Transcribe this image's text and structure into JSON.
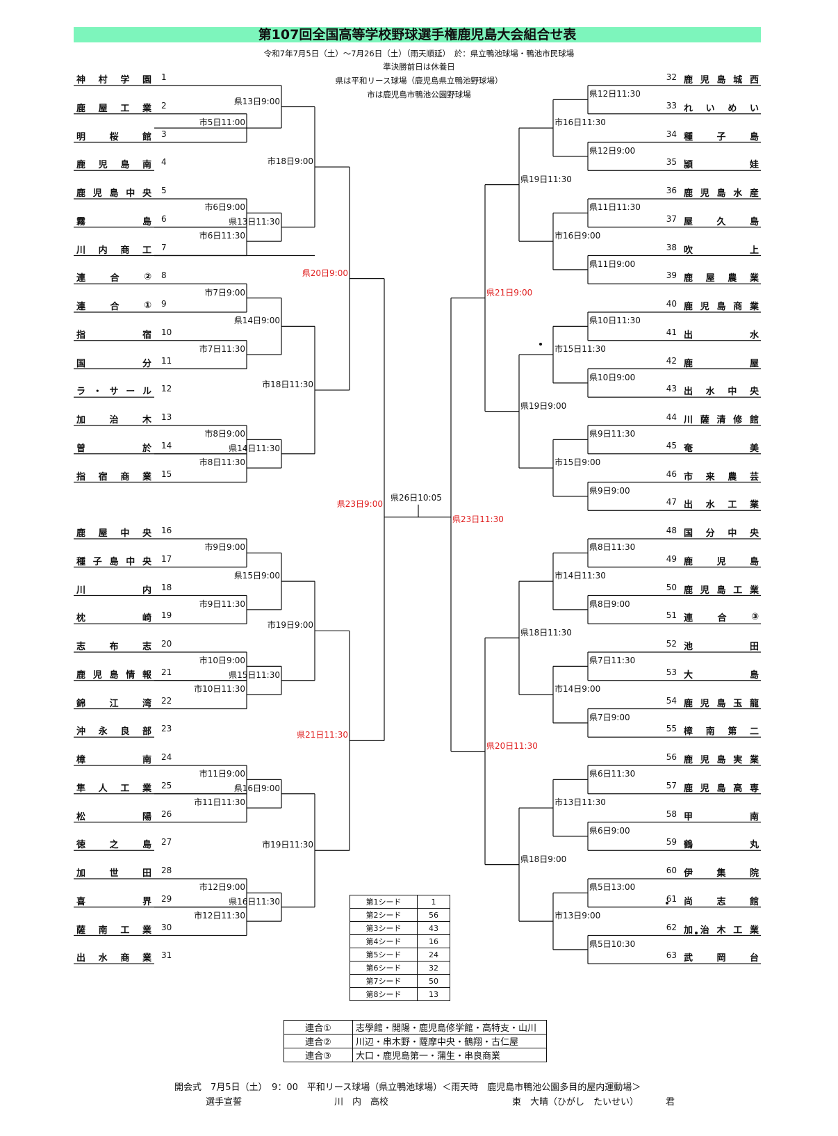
{
  "header": {
    "title": "第107回全国高等学校野球選手権鹿児島大会組合せ表",
    "lines": [
      "令和7年7月5日（土）〜7月26日（土）（雨天順延）　於：県立鴨池球場・鴨池市民球場",
      "準決勝前日は休養日",
      "県は平和リース球場（鹿児島県立鴨池野球場）",
      "市は鹿児島市鴨池公園野球場"
    ]
  },
  "teams_left": [
    {
      "num": "1",
      "name": "神村学園"
    },
    {
      "num": "2",
      "name": "鹿屋工業"
    },
    {
      "num": "3",
      "name": "明桜館"
    },
    {
      "num": "4",
      "name": "鹿児島南"
    },
    {
      "num": "5",
      "name": "鹿児島中央"
    },
    {
      "num": "6",
      "name": "霧島"
    },
    {
      "num": "7",
      "name": "川内商工"
    },
    {
      "num": "8",
      "name": "連合②"
    },
    {
      "num": "9",
      "name": "連合①"
    },
    {
      "num": "10",
      "name": "指宿"
    },
    {
      "num": "11",
      "name": "国分"
    },
    {
      "num": "12",
      "name": "ラ・サール"
    },
    {
      "num": "13",
      "name": "加治木"
    },
    {
      "num": "14",
      "name": "曽於"
    },
    {
      "num": "15",
      "name": "指宿商業"
    },
    {
      "num": "16",
      "name": "鹿屋中央"
    },
    {
      "num": "17",
      "name": "種子島中央"
    },
    {
      "num": "18",
      "name": "川内"
    },
    {
      "num": "19",
      "name": "枕崎"
    },
    {
      "num": "20",
      "name": "志布志"
    },
    {
      "num": "21",
      "name": "鹿児島情報"
    },
    {
      "num": "22",
      "name": "錦江湾"
    },
    {
      "num": "23",
      "name": "沖永良部"
    },
    {
      "num": "24",
      "name": "樟南"
    },
    {
      "num": "25",
      "name": "隼人工業"
    },
    {
      "num": "26",
      "name": "松陽"
    },
    {
      "num": "27",
      "name": "徳之島"
    },
    {
      "num": "28",
      "name": "加世田"
    },
    {
      "num": "29",
      "name": "喜界"
    },
    {
      "num": "30",
      "name": "薩南工業"
    },
    {
      "num": "31",
      "name": "出水商業"
    }
  ],
  "teams_right": [
    {
      "num": "32",
      "name": "鹿児島城西"
    },
    {
      "num": "33",
      "name": "れいめい"
    },
    {
      "num": "34",
      "name": "種子島"
    },
    {
      "num": "35",
      "name": "頴娃"
    },
    {
      "num": "36",
      "name": "鹿児島水産"
    },
    {
      "num": "37",
      "name": "屋久島"
    },
    {
      "num": "38",
      "name": "吹上"
    },
    {
      "num": "39",
      "name": "鹿屋農業"
    },
    {
      "num": "40",
      "name": "鹿児島商業"
    },
    {
      "num": "41",
      "name": "出水"
    },
    {
      "num": "42",
      "name": "鹿屋"
    },
    {
      "num": "43",
      "name": "出水中央"
    },
    {
      "num": "44",
      "name": "川薩清修館"
    },
    {
      "num": "45",
      "name": "奄美"
    },
    {
      "num": "46",
      "name": "市来農芸"
    },
    {
      "num": "47",
      "name": "出水工業"
    },
    {
      "num": "48",
      "name": "国分中央"
    },
    {
      "num": "49",
      "name": "鹿児島"
    },
    {
      "num": "50",
      "name": "鹿児島工業"
    },
    {
      "num": "51",
      "name": "連合③"
    },
    {
      "num": "52",
      "name": "池田"
    },
    {
      "num": "53",
      "name": "大島"
    },
    {
      "num": "54",
      "name": "鹿児島玉龍"
    },
    {
      "num": "55",
      "name": "樟南第二"
    },
    {
      "num": "56",
      "name": "鹿児島実業"
    },
    {
      "num": "57",
      "name": "鹿児島高専"
    },
    {
      "num": "58",
      "name": "甲南"
    },
    {
      "num": "59",
      "name": "鶴丸"
    },
    {
      "num": "60",
      "name": "伊集院"
    },
    {
      "num": "61",
      "name": "尚志館"
    },
    {
      "num": "62",
      "name": "加治木工業"
    },
    {
      "num": "63",
      "name": "武岡台"
    }
  ],
  "labels_left": {
    "r1": [
      "市5日11:00",
      "市6日9:00",
      "市6日11:30",
      "市7日9:00",
      "市7日11:30",
      "市8日9:00",
      "市8日11:30",
      "市9日9:00",
      "市9日11:30",
      "市10日9:00",
      "市10日11:30",
      "市11日9:00",
      "市11日11:30",
      "市12日9:00",
      "市12日11:30"
    ],
    "r2": [
      "県13日9:00",
      "県13日11:30",
      "県14日9:00",
      "県14日11:30",
      "県15日9:00",
      "県15日11:30",
      "県16日9:00",
      "県16日11:30"
    ],
    "r3": [
      "市18日9:00",
      "市18日11:30",
      "市19日9:00",
      "市19日11:30"
    ],
    "r4": [
      "県20日9:00",
      "県21日11:30"
    ],
    "r5": "県23日9:00"
  },
  "labels_right": {
    "r1": [
      "県12日11:30",
      "県12日9:00",
      "県11日11:30",
      "県11日9:00",
      "県10日11:30",
      "県10日9:00",
      "県9日11:30",
      "県9日9:00",
      "県8日11:30",
      "県8日9:00",
      "県7日11:30",
      "県7日9:00",
      "県6日11:30",
      "県6日9:00",
      "県5日13:00",
      "県5日10:30"
    ],
    "r2": [
      "市16日11:30",
      "市16日9:00",
      "市15日11:30",
      "市15日9:00",
      "市14日11:30",
      "市14日9:00",
      "市13日11:30",
      "市13日9:00"
    ],
    "r3": [
      "県19日11:30",
      "県19日9:00",
      "県18日11:30",
      "県18日9:00"
    ],
    "r4": [
      "県21日9:00",
      "県20日11:30"
    ],
    "r5": "県23日11:30"
  },
  "final_label": "県26日10:05",
  "seeds": [
    {
      "label": "第1シード",
      "value": "1"
    },
    {
      "label": "第2シード",
      "value": "56"
    },
    {
      "label": "第3シード",
      "value": "43"
    },
    {
      "label": "第4シード",
      "value": "16"
    },
    {
      "label": "第5シード",
      "value": "24"
    },
    {
      "label": "第6シード",
      "value": "32"
    },
    {
      "label": "第7シード",
      "value": "50"
    },
    {
      "label": "第8シード",
      "value": "13"
    }
  ],
  "rengo": [
    {
      "label": "連合①",
      "value": "志學館・開陽・鹿児島修学館・高特支・山川"
    },
    {
      "label": "連合②",
      "value": "川辺・串木野・薩摩中央・鶴翔・古仁屋"
    },
    {
      "label": "連合③",
      "value": "大口・鹿児島第一・蒲生・串良商業"
    }
  ],
  "footer": {
    "ceremony": "開会式　7月5日（土）　9：00　平和リース球場（県立鴨池球場）＜雨天時　鹿児島市鴨池公園多目的屋内運動場＞",
    "oath_label": "選手宣誓",
    "oath_school": "川　内　高校",
    "oath_name": "東　大晴（ひがし　たいせい）",
    "oath_suffix": "君"
  },
  "colors": {
    "title_bg": "#7df5bc",
    "highlight": "#e02020"
  }
}
